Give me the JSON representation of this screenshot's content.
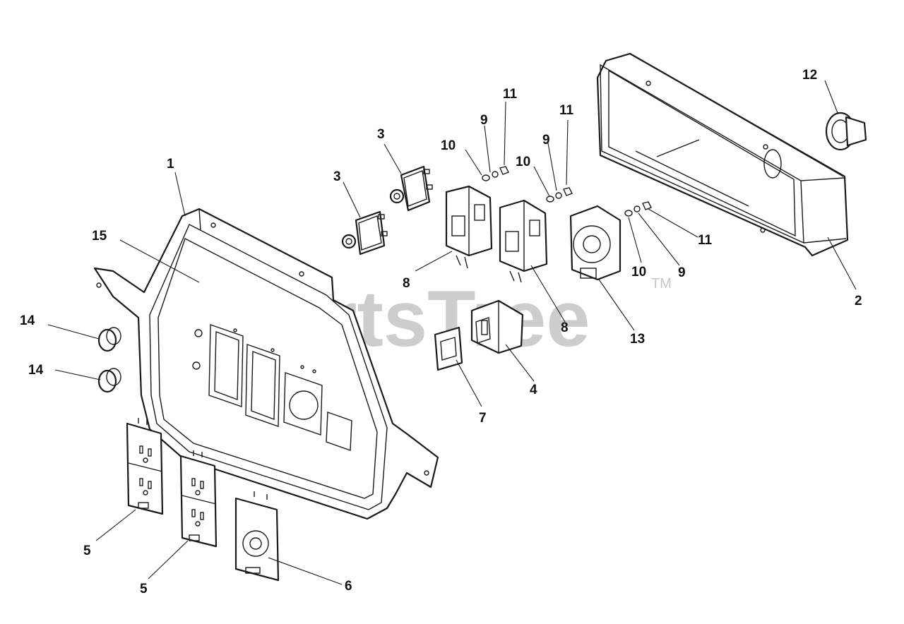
{
  "watermark": {
    "text": "PartsTree",
    "trademark": "TM"
  },
  "callouts": {
    "c1": "1",
    "c2": "2",
    "c3a": "3",
    "c3b": "3",
    "c4": "4",
    "c5a": "5",
    "c5b": "5",
    "c6": "6",
    "c7": "7",
    "c8a": "8",
    "c8b": "8",
    "c9a": "9",
    "c9b": "9",
    "c9c": "9",
    "c10a": "10",
    "c10b": "10",
    "c10c": "10",
    "c11a": "11",
    "c11b": "11",
    "c11c": "11",
    "c12": "12",
    "c13": "13",
    "c14a": "14",
    "c14b": "14",
    "c15": "15"
  }
}
